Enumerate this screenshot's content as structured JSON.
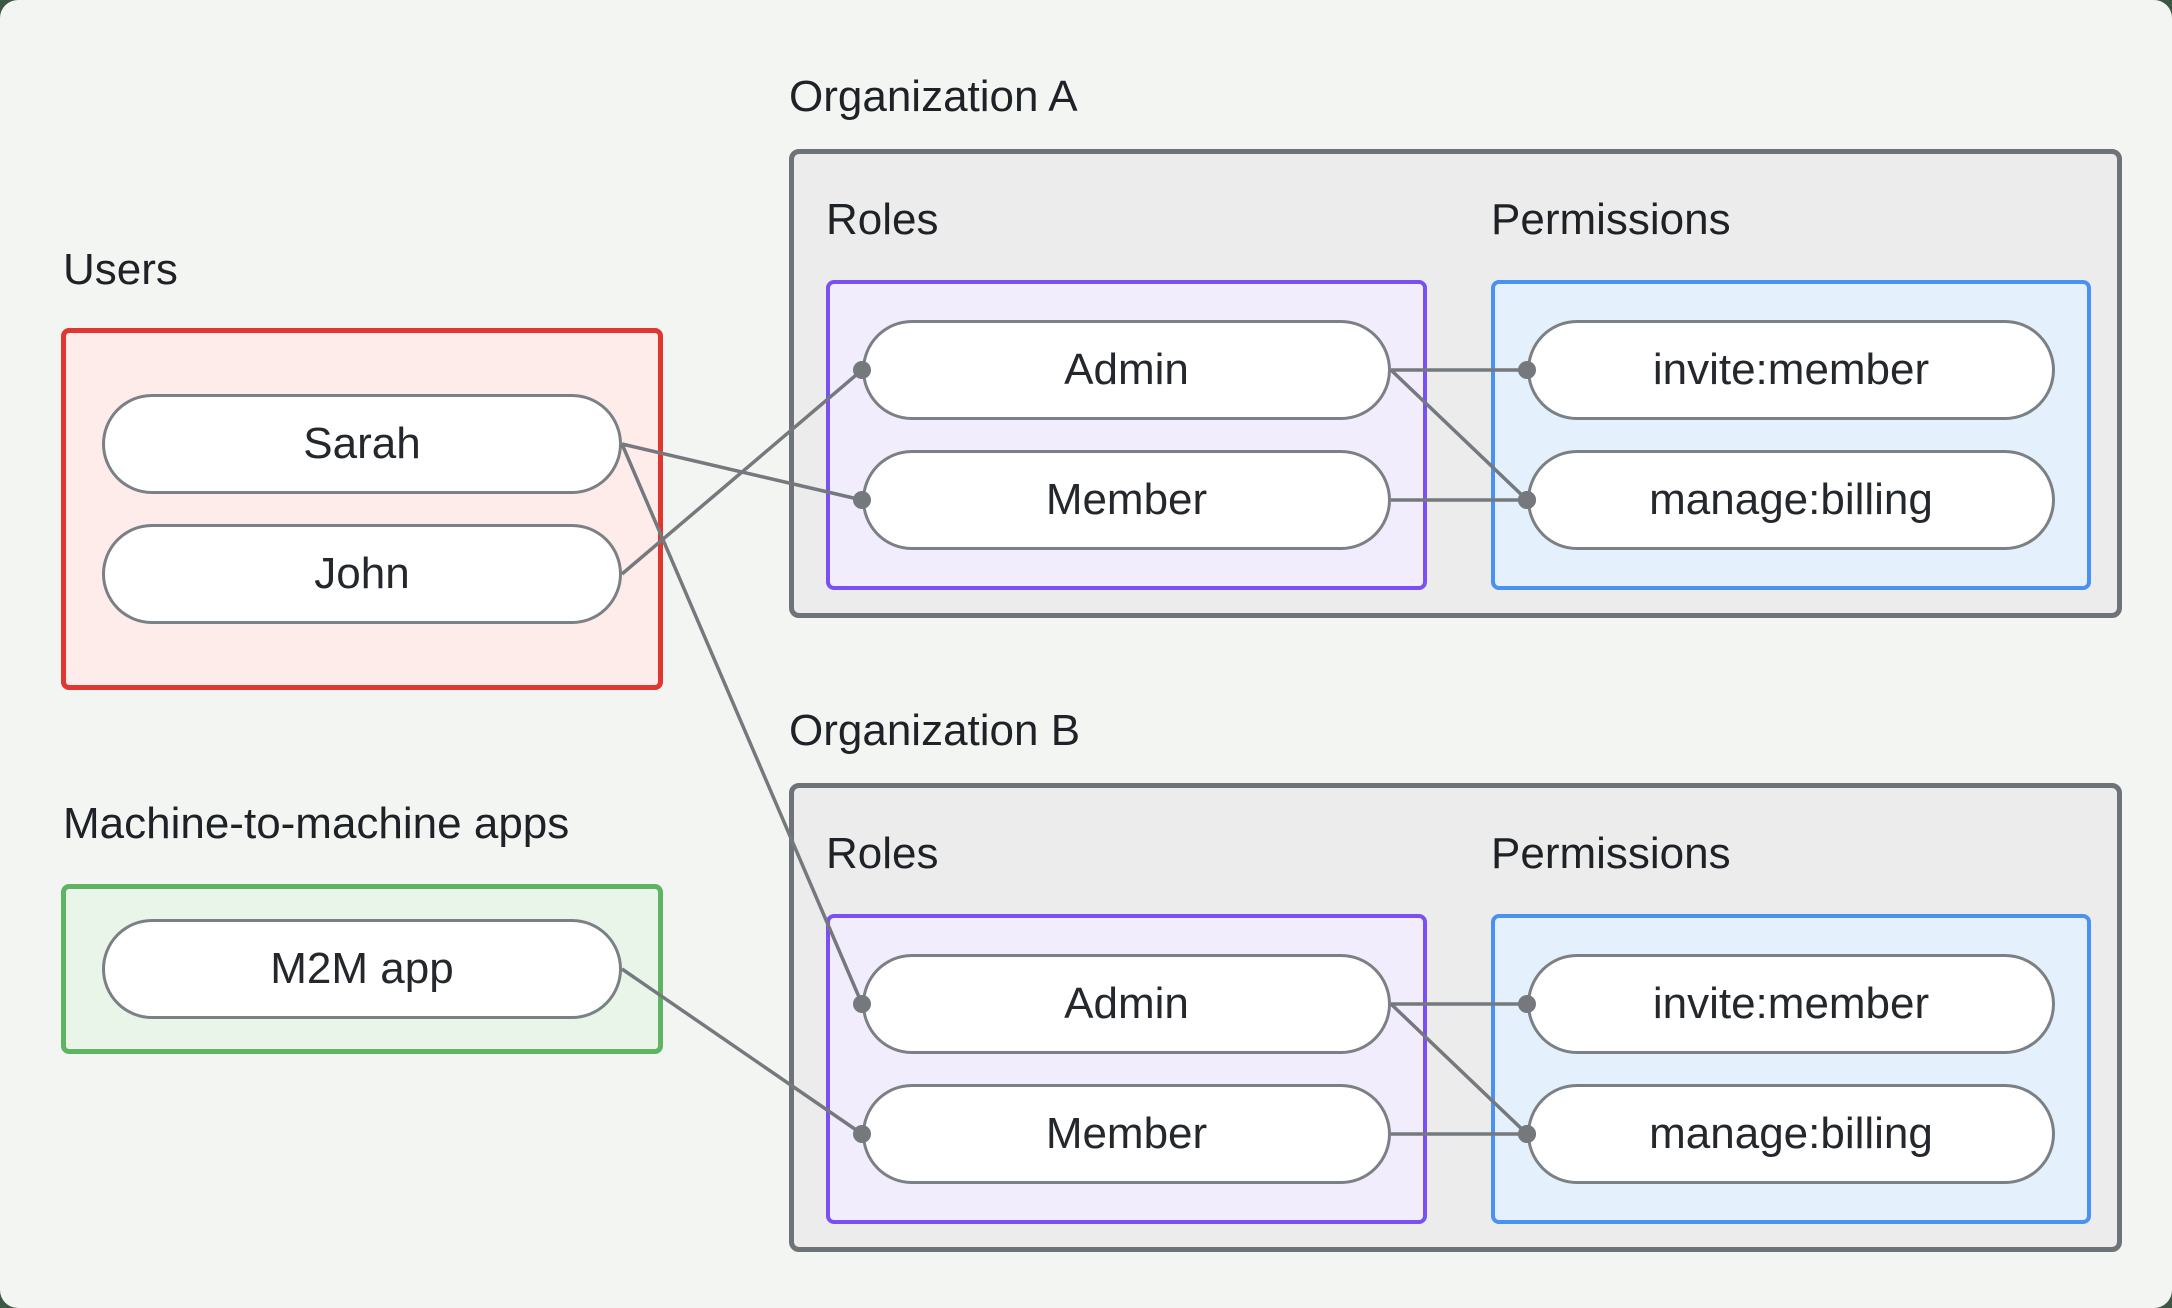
{
  "colors": {
    "page_background": "#f3f5f2",
    "outer_background": "#3a5843",
    "users_border": "#e03830",
    "users_fill": "#fdecea",
    "m2m_border": "#5fb464",
    "m2m_fill": "#e9f5e9",
    "org_border": "#6e7377",
    "org_fill": "#ebeceb",
    "roles_border": "#7a50f2",
    "roles_fill": "#f2edfd",
    "permissions_border": "#4991f2",
    "permissions_fill": "#e4f0fc",
    "pill_border": "#7b8084",
    "pill_fill": "#ffffff",
    "connector": "#75797d",
    "text": "#1e2227"
  },
  "left_column": {
    "users": {
      "label": "Users",
      "items": [
        {
          "id": "sarah",
          "label": "Sarah"
        },
        {
          "id": "john",
          "label": "John"
        }
      ]
    },
    "m2m": {
      "label": "Machine-to-machine apps",
      "items": [
        {
          "id": "m2m",
          "label": "M2M app"
        }
      ]
    }
  },
  "organizations": [
    {
      "title": "Organization A",
      "roles": {
        "label": "Roles",
        "items": [
          {
            "id": "orgA-admin",
            "label": "Admin"
          },
          {
            "id": "orgA-member",
            "label": "Member"
          }
        ]
      },
      "permissions": {
        "label": "Permissions",
        "items": [
          {
            "id": "orgA-invite",
            "label": "invite:member"
          },
          {
            "id": "orgA-manage",
            "label": "manage:billing"
          }
        ]
      }
    },
    {
      "title": "Organization B",
      "roles": {
        "label": "Roles",
        "items": [
          {
            "id": "orgB-admin",
            "label": "Admin"
          },
          {
            "id": "orgB-member",
            "label": "Member"
          }
        ]
      },
      "permissions": {
        "label": "Permissions",
        "items": [
          {
            "id": "orgB-invite",
            "label": "invite:member"
          },
          {
            "id": "orgB-manage",
            "label": "manage:billing"
          }
        ]
      }
    }
  ],
  "connections": [
    {
      "from": "sarah",
      "to": "orgA-member"
    },
    {
      "from": "john",
      "to": "orgA-admin"
    },
    {
      "from": "sarah",
      "to": "orgB-admin"
    },
    {
      "from": "m2m",
      "to": "orgB-member"
    },
    {
      "from": "orgA-admin",
      "to": "orgA-invite"
    },
    {
      "from": "orgA-admin",
      "to": "orgA-manage"
    },
    {
      "from": "orgA-member",
      "to": "orgA-manage"
    },
    {
      "from": "orgB-admin",
      "to": "orgB-invite"
    },
    {
      "from": "orgB-admin",
      "to": "orgB-manage"
    },
    {
      "from": "orgB-member",
      "to": "orgB-manage"
    }
  ]
}
